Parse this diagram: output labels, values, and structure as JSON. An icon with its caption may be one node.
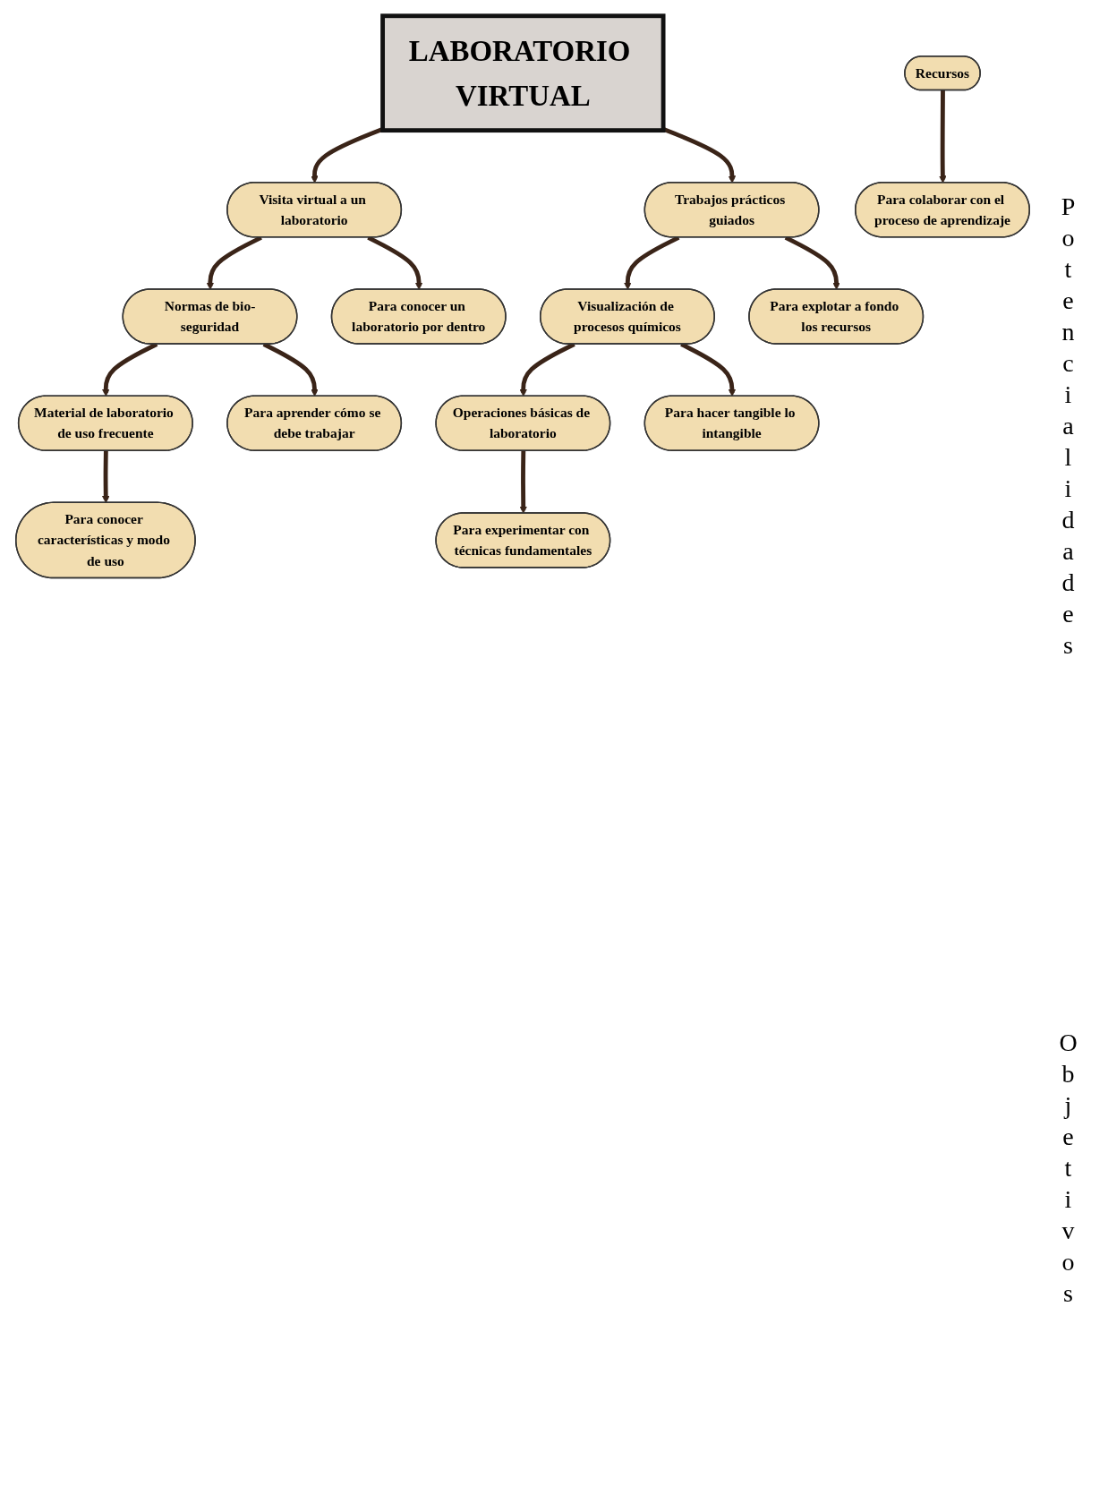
{
  "diagram": {
    "nodes": [
      {
        "text": [
          "LABORATORIO VIRTUAL"
        ]
      },
      {
        "text": [
          "Visita virtual a un laboratorio"
        ]
      },
      {
        "text": [
          "Trabajos prácticos guiados"
        ]
      },
      {
        "text": [
          "Normas de bio-seguridad"
        ]
      },
      {
        "text": [
          "Visualización de procesos químicos"
        ]
      },
      {
        "text": [
          "Material de laboratorio de uso frecuente"
        ]
      },
      {
        "text": [
          "Operaciones básicas de laboratorio"
        ]
      },
      {
        "text": [
          "Recursos"
        ]
      },
      {
        "text": [
          "Para conocer características y modo de uso"
        ]
      },
      {
        "text": [
          "Para experimentar con técnicas fundamentales"
        ]
      },
      {
        "text": [
          "Para aprender cómo se debe trabajar"
        ]
      },
      {
        "text": [
          "Para hacer tangible lo intangible"
        ]
      },
      {
        "text": [
          "Para conocer un laboratorio por dentro"
        ]
      },
      {
        "text": [
          "Para explotar a fondo los recursos"
        ]
      },
      {
        "text": [
          "Para colaborar con el proceso de aprendizaje"
        ]
      }
    ],
    "edges": [
      {
        "from": 0,
        "to": 1,
        "arrow": "to"
      },
      {
        "from": 0,
        "to": 2,
        "arrow": "to"
      },
      {
        "from": 1,
        "to": 3,
        "arrow": "to"
      },
      {
        "from": 2,
        "to": 4,
        "arrow": "to"
      },
      {
        "from": 1,
        "to": 12,
        "arrow": "to"
      },
      {
        "from": 3,
        "to": 5,
        "arrow": "to"
      },
      {
        "from": 4,
        "to": 6,
        "arrow": "to"
      },
      {
        "from": 2,
        "to": 13,
        "arrow": "to"
      },
      {
        "from": 3,
        "to": 10,
        "arrow": "to"
      },
      {
        "from": 4,
        "to": 11,
        "arrow": "to"
      },
      {
        "from": 5,
        "to": 8,
        "arrow": "to"
      },
      {
        "from": 6,
        "to": 9,
        "arrow": "to"
      },
      {
        "from": 7,
        "to": 14,
        "arrow": "to"
      }
    ],
    "labels": [
      "Potencialidades",
      "Objetivos"
    ]
  }
}
